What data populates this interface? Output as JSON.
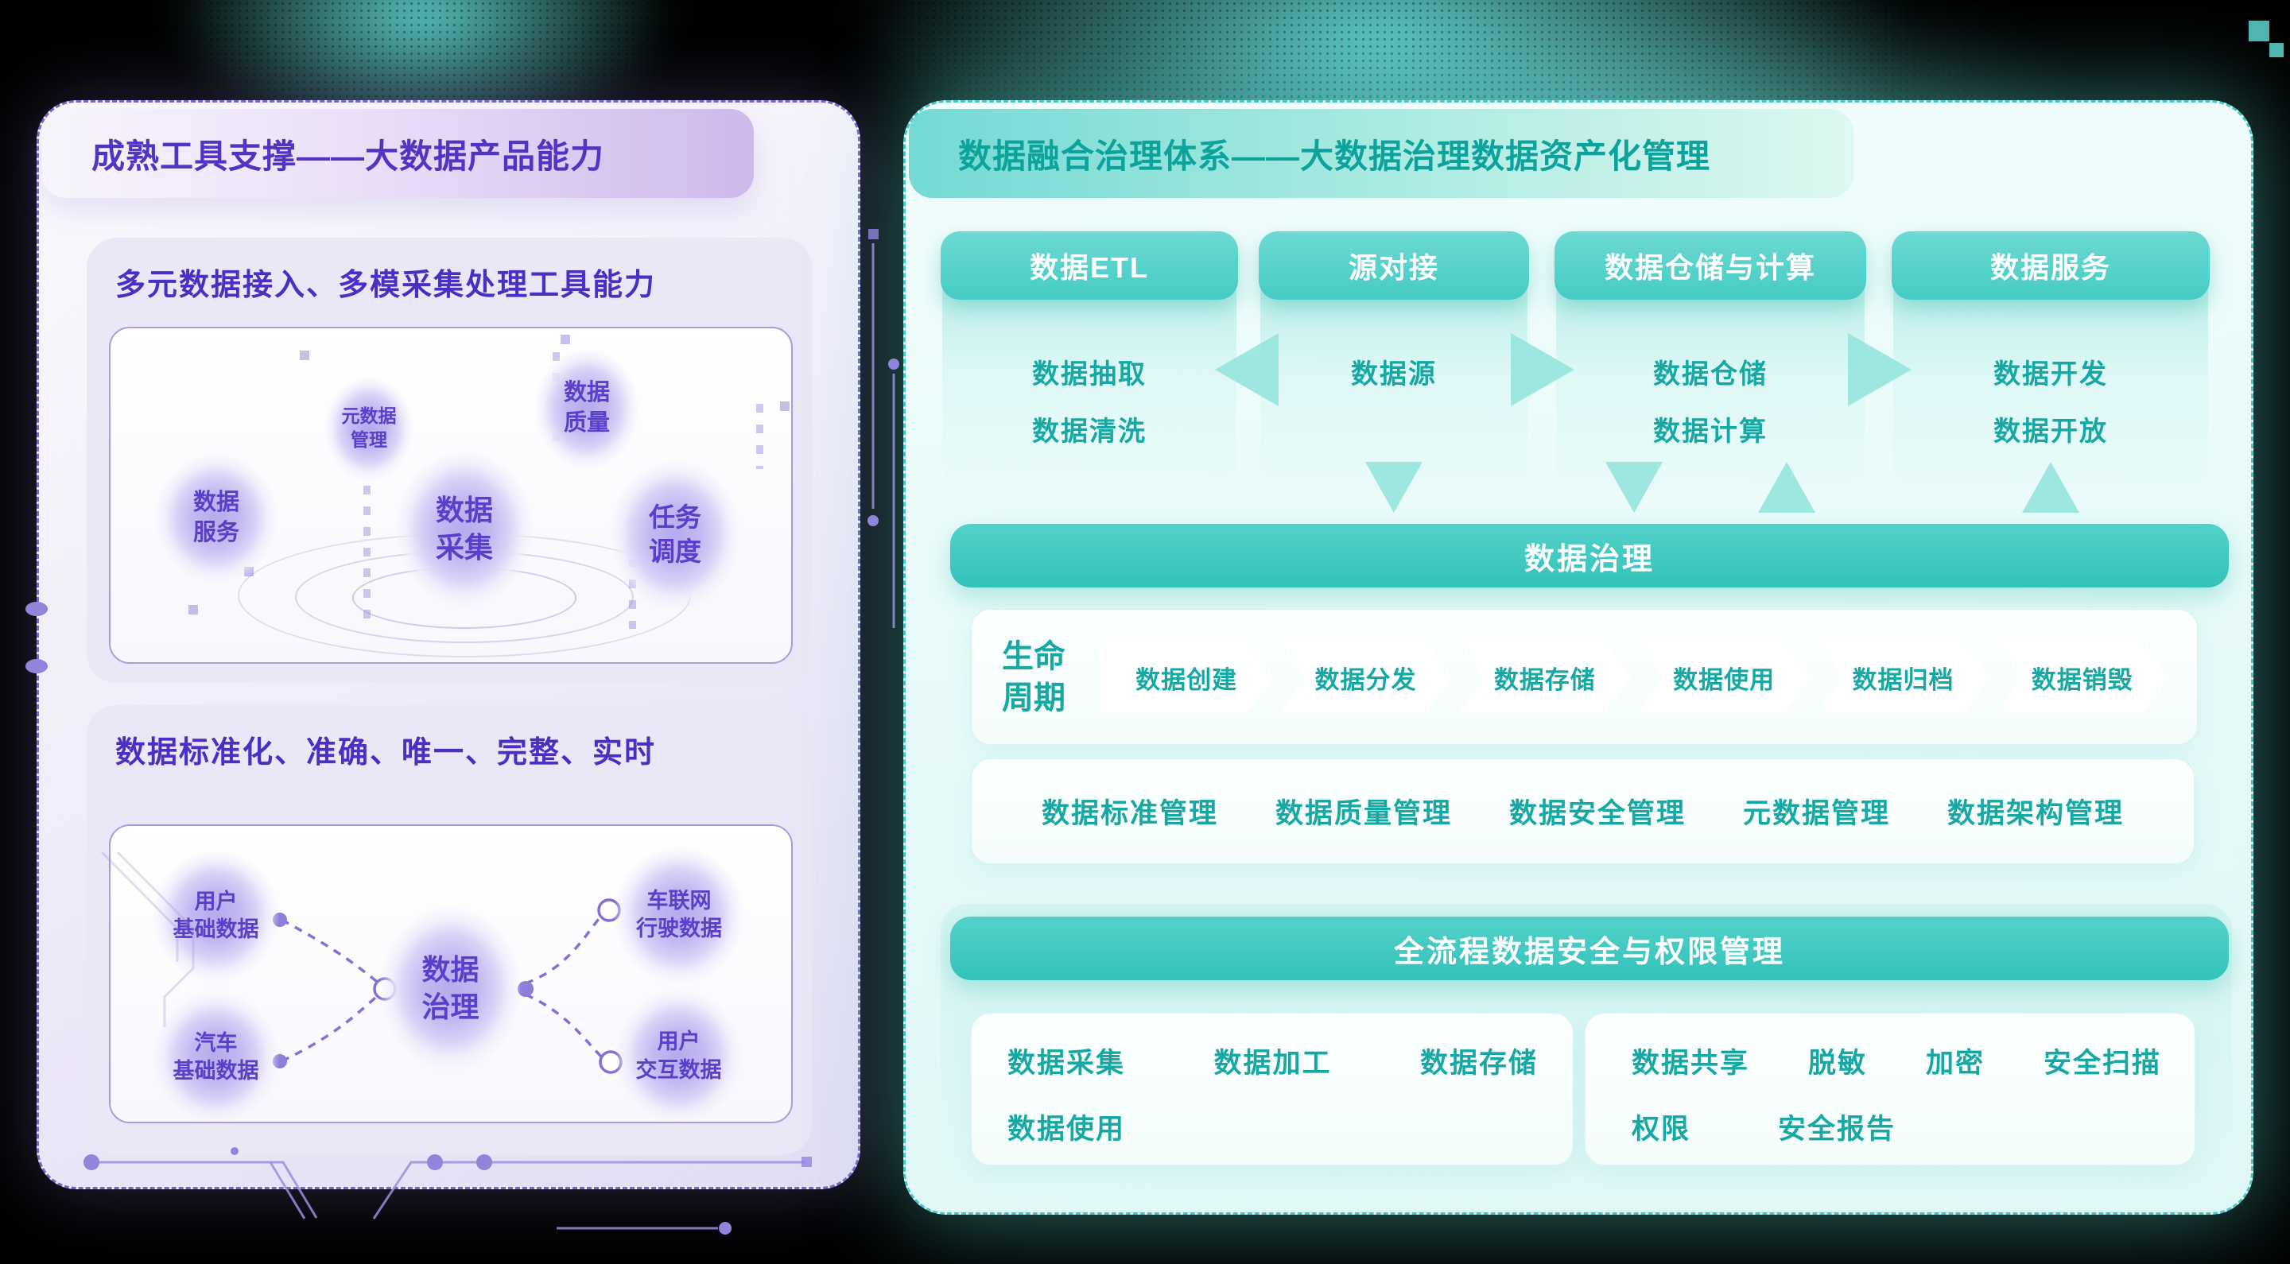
{
  "colors": {
    "left_accent": "#5233C4",
    "left_bubble_text": "#5B3EC9",
    "left_border": "#7566CE",
    "right_accent": "#16A8A2",
    "right_border": "#3FCBC3",
    "teal_bar": "#3FC9C1",
    "background": "#000000"
  },
  "left_panel": {
    "title": "成熟工具支撑——大数据产品能力",
    "card1": {
      "header": "多元数据接入、多模采集处理工具能力",
      "bubbles": [
        {
          "l1": "数据",
          "l2": "服务"
        },
        {
          "l1": "元数据",
          "l2": "管理"
        },
        {
          "l1": "数据",
          "l2": "采集"
        },
        {
          "l1": "数据",
          "l2": "质量"
        },
        {
          "l1": "任务",
          "l2": "调度"
        }
      ]
    },
    "card2": {
      "header": "数据标准化、准确、唯一、完整、实时",
      "bubbles": [
        {
          "l1": "用户",
          "l2": "基础数据"
        },
        {
          "l1": "汽车",
          "l2": "基础数据"
        },
        {
          "l1": "数据",
          "l2": "治理"
        },
        {
          "l1": "车联网",
          "l2": "行驶数据"
        },
        {
          "l1": "用户",
          "l2": "交互数据"
        }
      ]
    }
  },
  "right_panel": {
    "title": "数据融合治理体系——大数据治理数据资产化管理",
    "columns": [
      {
        "header": "数据ETL",
        "items": [
          "数据抽取",
          "数据清洗"
        ]
      },
      {
        "header": "源对接",
        "items": [
          "数据源"
        ]
      },
      {
        "header": "数据仓储与计算",
        "items": [
          "数据仓储",
          "数据计算"
        ]
      },
      {
        "header": "数据服务",
        "items": [
          "数据开发",
          "数据开放"
        ]
      }
    ],
    "governance_bar": "数据治理",
    "lifecycle": {
      "label": {
        "l1": "生命",
        "l2": "周期"
      },
      "steps": [
        "数据创建",
        "数据分发",
        "数据存储",
        "数据使用",
        "数据归档",
        "数据销毁"
      ]
    },
    "management_items": [
      "数据标准管理",
      "数据质量管理",
      "数据安全管理",
      "元数据管理",
      "数据架构管理"
    ],
    "security_bar": "全流程数据安全与权限管理",
    "security_left": {
      "row1": [
        "数据采集",
        "数据加工",
        "数据存储"
      ],
      "row2": [
        "数据使用"
      ]
    },
    "security_right": {
      "row1": [
        "数据共享",
        "脱敏",
        "加密",
        "安全扫描"
      ],
      "row2": [
        "权限",
        "安全报告"
      ]
    }
  }
}
